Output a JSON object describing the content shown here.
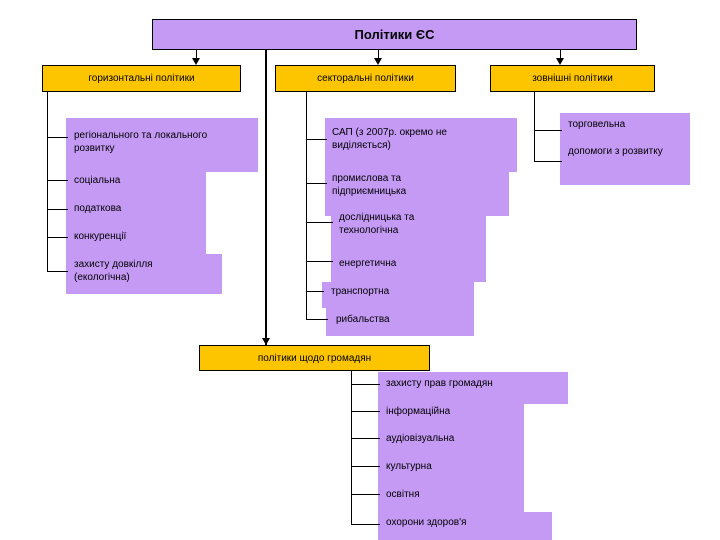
{
  "diagram": {
    "title": "Політики ЄС",
    "bottom_node": "політики щодо громадян",
    "colors": {
      "purple": "#c49af5",
      "yellow": "#fdc500",
      "outline": "#000000",
      "background": "#ffffff"
    },
    "branches": [
      {
        "id": "horizontal",
        "header": "горизонтальні політики",
        "leaves": [
          "регіонального та локального\nрозвитку",
          "соціальна",
          "податкова",
          "конкуренції",
          "захисту довкілля\n(екологічна)"
        ]
      },
      {
        "id": "sectoral",
        "header": "секторальні політики",
        "leaves": [
          "САП (з 2007р. окремо не\nвиділяється)",
          "промислова та\nпідприємницька",
          "дослідницька та\nтехнологічна",
          "енергетична",
          "транспортна",
          "рибальства"
        ]
      },
      {
        "id": "external",
        "header": "зовнішні політики",
        "leaves": [
          "торговельна",
          "допомоги з розвитку"
        ]
      },
      {
        "id": "citizens",
        "header": "політики щодо громадян",
        "leaves": [
          "захисту прав громадян",
          "інформаційна",
          "аудіовізуальна",
          "культурна",
          "освітня",
          "охорони здоров'я"
        ]
      }
    ]
  }
}
